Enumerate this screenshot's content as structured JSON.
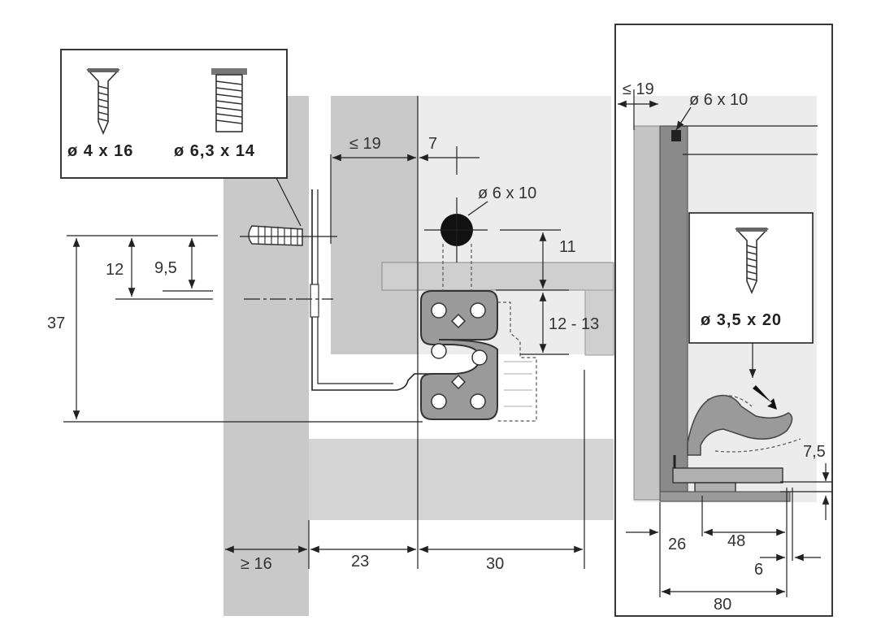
{
  "screws": {
    "small_label": "ø 4 x 16",
    "large_label": "ø 6,3 x 14",
    "right_label": "ø 3,5 x 20"
  },
  "dimensions": {
    "d19_top": "≤ 19",
    "d7": "7",
    "d6x10": "ø 6 x 10",
    "d11": "11",
    "d12": "12",
    "d9_5": "9,5",
    "d37": "37",
    "d12_13": "12 - 13",
    "d16": "≥ 16",
    "d23": "23",
    "d30": "30",
    "r19": "≤ 19",
    "r6x10": "ø 6 x 10",
    "r7_5": "7,5",
    "r26": "26",
    "r48": "48",
    "r6": "6",
    "r80": "80"
  }
}
